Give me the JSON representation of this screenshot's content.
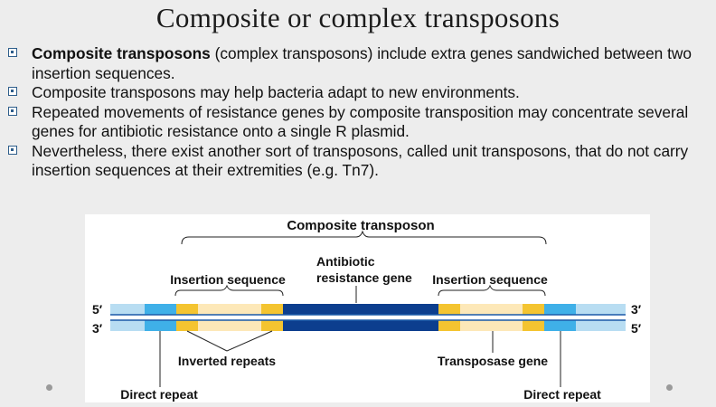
{
  "slide": {
    "title": "Composite or complex transposons",
    "bullets": [
      {
        "bold": "Composite transposons",
        "text": " (complex transposons) include extra genes sandwiched between two insertion sequences."
      },
      {
        "bold": "",
        "text": "Composite transposons may help bacteria adapt to new environments."
      },
      {
        "bold": "",
        "text": "Repeated movements of resistance genes by composite transposition may concentrate several genes for antibiotic resistance onto a single R plasmid."
      },
      {
        "bold": "",
        "text": "Nevertheless, there exist another sort of transposons, called unit transposons, that do not carry insertion sequences at their extremities (e.g. Tn7)."
      }
    ]
  },
  "figure": {
    "title": "Composite transposon",
    "label_is_left": "Insertion sequence",
    "label_antibiotic_line1": "Antibiotic",
    "label_antibiotic_line2": "resistance gene",
    "label_is_right": "Insertion sequence",
    "strand_top_left": "5′",
    "strand_top_right": "3′",
    "strand_bottom_left": "3′",
    "strand_bottom_right": "5′",
    "label_inverted_repeats": "Inverted repeats",
    "label_transposase": "Transposase gene",
    "label_direct_repeat_left": "Direct repeat",
    "label_direct_repeat_right": "Direct repeat",
    "colors": {
      "flank": "#b8ddf2",
      "direct_repeat": "#3fb0e8",
      "inverted_repeat": "#f4c430",
      "is_body": "#fde8b8",
      "resistance_gene": "#0c3e8e",
      "strand_line": "#1b5aa8"
    }
  }
}
